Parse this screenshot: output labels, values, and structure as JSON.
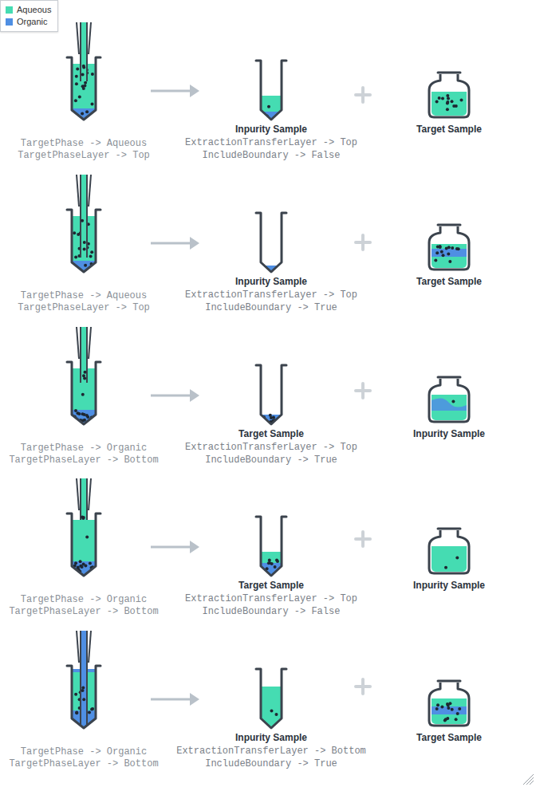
{
  "diagram": {
    "nodes": [
      {
        "text": [
          "TargetPhase -> Aqueous",
          "TargetPhaseLayer -> Top"
        ]
      },
      {
        "text": [
          "Inpurity Sample",
          "ExtractionTransferLayer -> Top",
          "IncludeBoundary -> False"
        ]
      },
      {
        "text": [
          "Target Sample"
        ]
      },
      {
        "text": [
          "TargetPhase -> Aqueous",
          "TargetPhaseLayer -> Top"
        ]
      },
      {
        "text": [
          "Inpurity Sample",
          "ExtractionTransferLayer -> Top",
          "IncludeBoundary -> True"
        ]
      },
      {
        "text": [
          "Target Sample"
        ]
      },
      {
        "text": [
          "TargetPhase -> Organic",
          "TargetPhaseLayer -> Bottom"
        ]
      },
      {
        "text": [
          "Target Sample",
          "ExtractionTransferLayer -> Top",
          "IncludeBoundary -> True"
        ]
      },
      {
        "text": [
          "Inpurity Sample"
        ]
      },
      {
        "text": [
          "TargetPhase -> Organic",
          "TargetPhaseLayer -> Bottom"
        ]
      },
      {
        "text": [
          "Target Sample",
          "ExtractionTransferLayer -> Top",
          "IncludeBoundary -> False"
        ]
      },
      {
        "text": [
          "Inpurity Sample"
        ]
      },
      {
        "text": [
          "TargetPhase -> Organic",
          "TargetPhaseLayer -> Bottom"
        ]
      },
      {
        "text": [
          "Inpurity Sample",
          "ExtractionTransferLayer -> Bottom",
          "IncludeBoundary -> True"
        ]
      },
      {
        "text": [
          "Target Sample"
        ]
      }
    ],
    "edges": [
      {
        "from": 0,
        "to": 1,
        "arrow": "to"
      },
      {
        "from": 3,
        "to": 4,
        "arrow": "to"
      },
      {
        "from": 6,
        "to": 7,
        "arrow": "to"
      },
      {
        "from": 9,
        "to": 10,
        "arrow": "to"
      },
      {
        "from": 12,
        "to": 13,
        "arrow": "to"
      }
    ],
    "legend": [
      {
        "text": "Aqueous",
        "color": "#45dcb2"
      },
      {
        "text": "Organic",
        "color": "#4f8fe3"
      }
    ]
  }
}
